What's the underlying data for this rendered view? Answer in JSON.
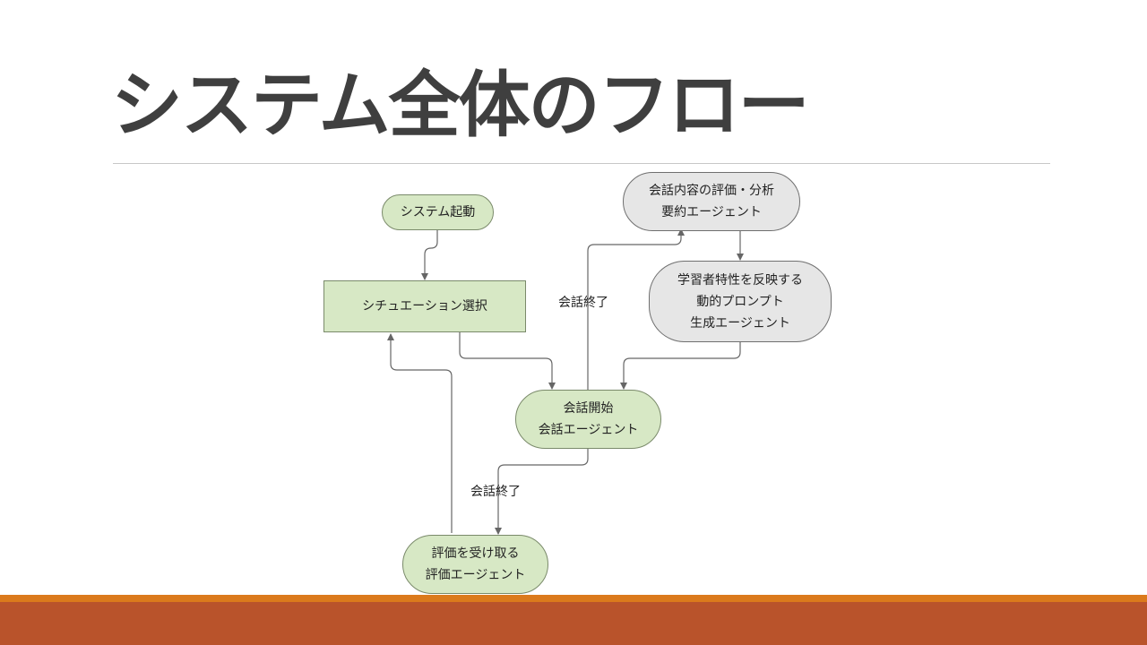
{
  "slide": {
    "title": "システム全体のフロー"
  },
  "colors": {
    "title_text": "#3f3f3f",
    "node_green_fill": "#d7e8c5",
    "node_grey_fill": "#e6e6e6",
    "edge": "#666666",
    "footer_orange": "#db7a1c",
    "footer_rust": "#b9532b"
  },
  "flow": {
    "nodes": {
      "start": {
        "lines": [
          "システム起動"
        ]
      },
      "situation_select": {
        "lines": [
          "シチュエーション選択"
        ]
      },
      "conversation": {
        "lines": [
          "会話開始",
          "会話エージェント"
        ]
      },
      "evaluation_receive": {
        "lines": [
          "評価を受け取る",
          "評価エージェント"
        ]
      },
      "summary_agent": {
        "lines": [
          "会話内容の評価・分析",
          "要約エージェント"
        ]
      },
      "prompt_agent": {
        "lines": [
          "学習者特性を反映する",
          "動的プロンプト",
          "生成エージェント"
        ]
      }
    },
    "edges": [
      {
        "from": "start",
        "to": "situation_select",
        "label": ""
      },
      {
        "from": "situation_select",
        "to": "conversation",
        "label": ""
      },
      {
        "from": "conversation",
        "to": "summary_agent",
        "label": "会話終了"
      },
      {
        "from": "summary_agent",
        "to": "prompt_agent",
        "label": ""
      },
      {
        "from": "prompt_agent",
        "to": "conversation",
        "label": ""
      },
      {
        "from": "conversation",
        "to": "evaluation_receive",
        "label": "会話終了"
      },
      {
        "from": "evaluation_receive",
        "to": "situation_select",
        "label": ""
      }
    ]
  }
}
